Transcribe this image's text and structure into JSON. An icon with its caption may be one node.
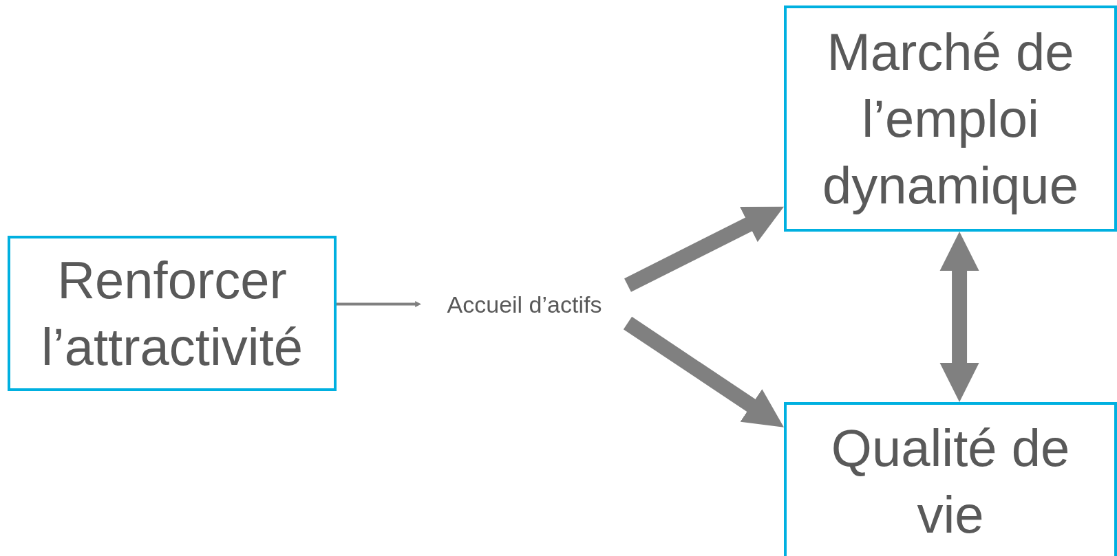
{
  "diagram": {
    "nodes": [
      {
        "text": [
          "Renforcer l’attractivité"
        ]
      },
      {
        "text": [
          "Accueil d’actifs"
        ]
      },
      {
        "text": [
          "Marché de l’emploi dynamique"
        ]
      },
      {
        "text": [
          "Qualité de vie"
        ]
      }
    ],
    "edges": [
      {
        "from": 0,
        "to": 1,
        "arrow": "to"
      },
      {
        "from": 1,
        "to": 2,
        "arrow": "to"
      },
      {
        "from": 1,
        "to": 3,
        "arrow": "to"
      },
      {
        "from": 2,
        "to": 3,
        "arrow": "both"
      }
    ]
  }
}
